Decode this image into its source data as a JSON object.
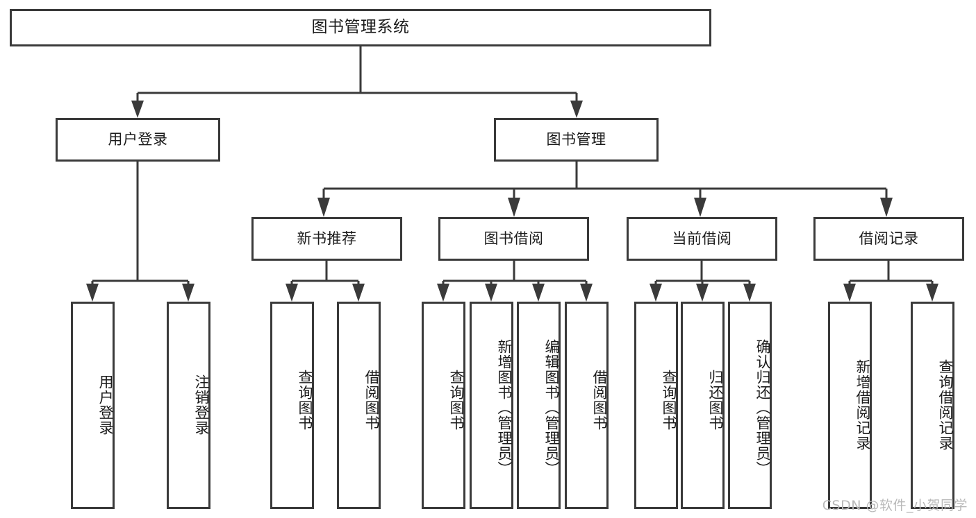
{
  "diagram": {
    "title": "图书管理系统",
    "type": "tree-hierarchy-diagram",
    "watermark": "CSDN @软件_小贺同学",
    "colors": {
      "stroke": "#3a3a3a",
      "box_fill": "#ffffff",
      "text": "#1b1b1b",
      "background": "#ffffff",
      "watermark": "#b9b9b9"
    },
    "root": {
      "label": "图书管理系统"
    },
    "level2": [
      {
        "id": "user-login",
        "label": "用户登录"
      },
      {
        "id": "book-management",
        "label": "图书管理"
      }
    ],
    "level3": [
      {
        "id": "new-book-recommend",
        "label": "新书推荐",
        "parent": "book-management"
      },
      {
        "id": "book-borrow",
        "label": "图书借阅",
        "parent": "book-management"
      },
      {
        "id": "current-borrow",
        "label": "当前借阅",
        "parent": "book-management"
      },
      {
        "id": "borrow-record",
        "label": "借阅记录",
        "parent": "book-management"
      }
    ],
    "leaves": {
      "user-login": [
        {
          "id": "leaf-user-login",
          "label": "用户登录"
        },
        {
          "id": "leaf-user-logout",
          "label": "注销登录"
        }
      ],
      "new-book-recommend": [
        {
          "id": "leaf-query-book-1",
          "label": "查询图书"
        },
        {
          "id": "leaf-borrow-book-1",
          "label": "借阅图书"
        }
      ],
      "book-borrow": [
        {
          "id": "leaf-query-book-2",
          "label": "查询图书"
        },
        {
          "id": "leaf-add-book",
          "label": "新增图书（管理员）"
        },
        {
          "id": "leaf-edit-book",
          "label": "编辑图书（管理员）"
        },
        {
          "id": "leaf-borrow-book-2",
          "label": "借阅图书"
        }
      ],
      "current-borrow": [
        {
          "id": "leaf-query-book-3",
          "label": "查询图书"
        },
        {
          "id": "leaf-return-book",
          "label": "归还图书"
        },
        {
          "id": "leaf-confirm-return",
          "label": "确认归还（管理员）"
        }
      ],
      "borrow-record": [
        {
          "id": "leaf-add-record",
          "label": "新增借阅记录"
        },
        {
          "id": "leaf-query-record",
          "label": "查询借阅记录"
        }
      ]
    }
  }
}
